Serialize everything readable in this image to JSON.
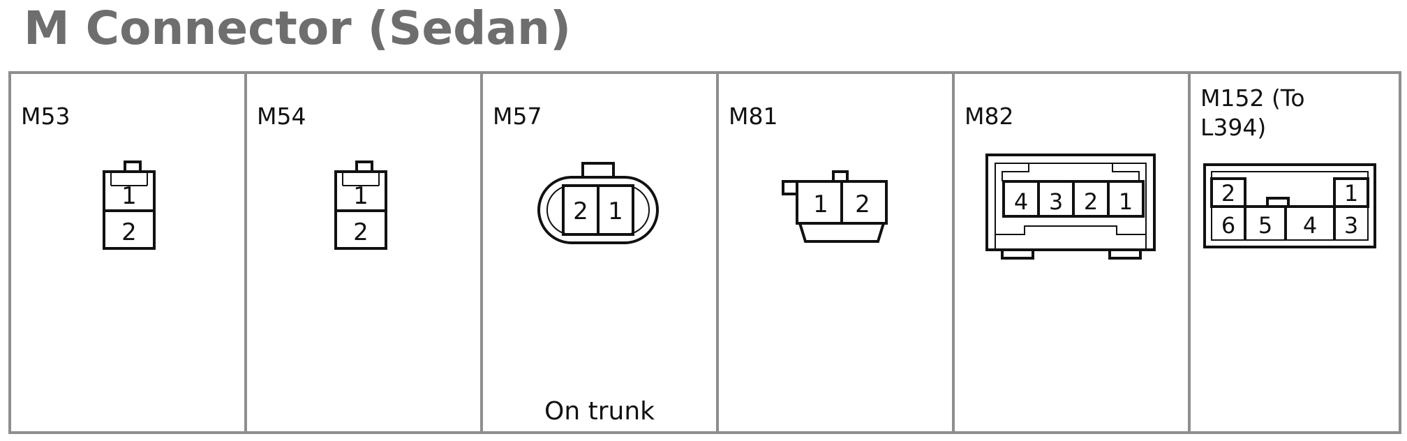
{
  "title": "M Connector (Sedan)",
  "connectors": [
    {
      "id": "M53",
      "label": "M53",
      "pins": [
        "1",
        "2"
      ]
    },
    {
      "id": "M54",
      "label": "M54",
      "pins": [
        "1",
        "2"
      ]
    },
    {
      "id": "M57",
      "label": "M57",
      "pins": [
        "2",
        "1"
      ],
      "note": "On trunk"
    },
    {
      "id": "M81",
      "label": "M81",
      "pins": [
        "1",
        "2"
      ]
    },
    {
      "id": "M82",
      "label": "M82",
      "pins": [
        "4",
        "3",
        "2",
        "1"
      ]
    },
    {
      "id": "M152",
      "label_line1": "M152 (To",
      "label_line2": "L394)",
      "pins_top": [
        "2",
        "1"
      ],
      "pins_bottom": [
        "6",
        "5",
        "4",
        "3"
      ]
    }
  ]
}
